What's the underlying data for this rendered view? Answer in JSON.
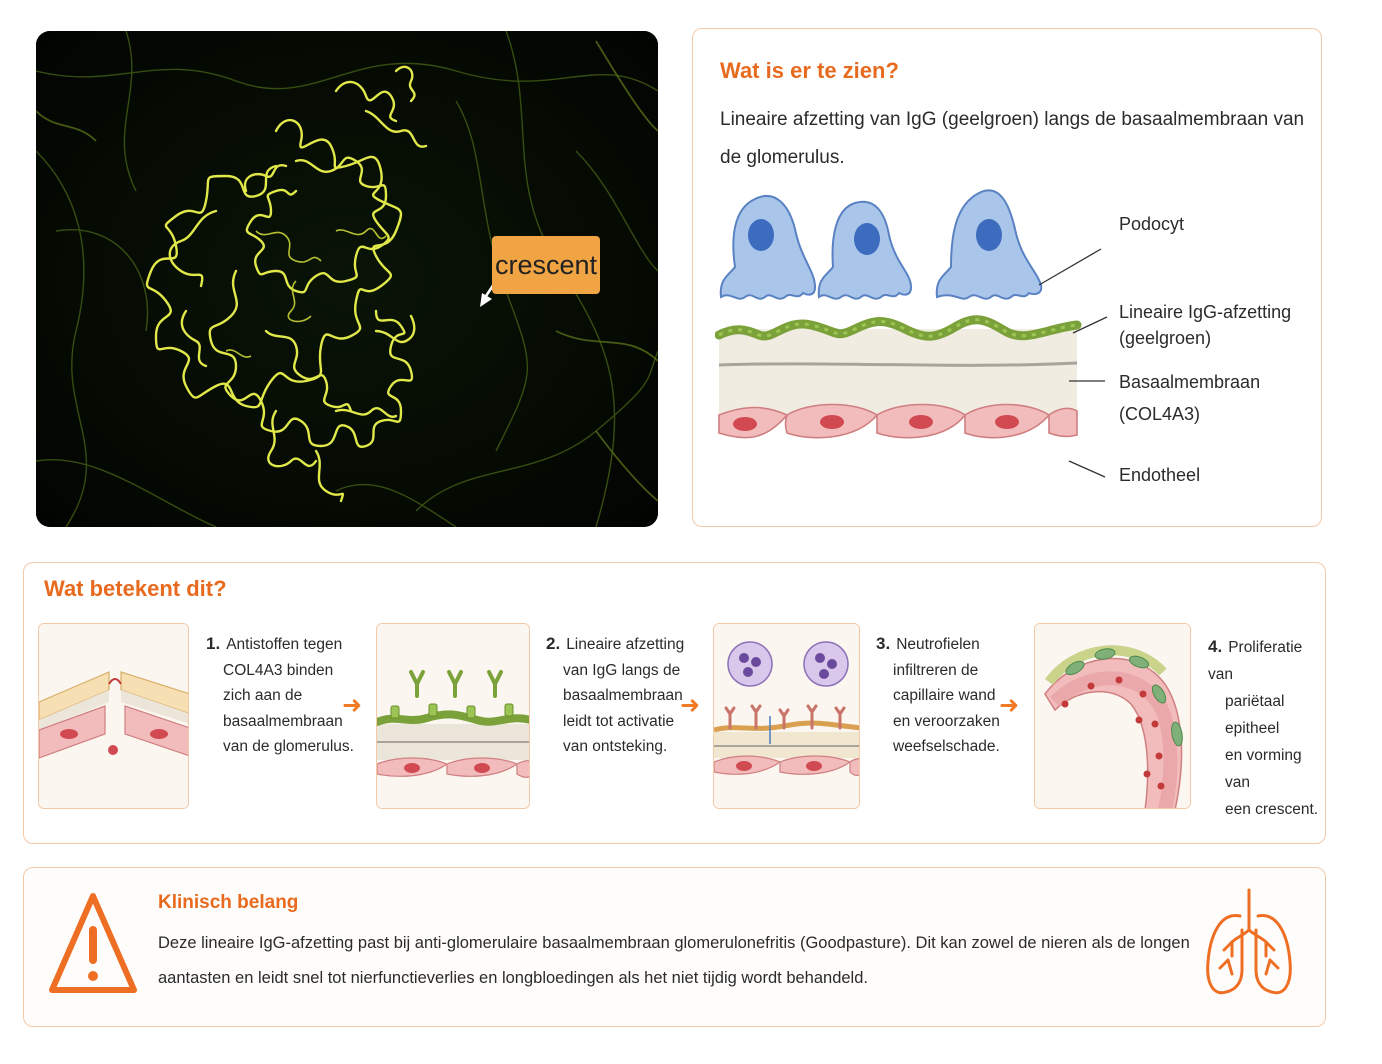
{
  "micrograph": {
    "label": "crescent"
  },
  "top_panel": {
    "title": "Wat is er te zien?",
    "desc_line1": "Lineaire afzetting van IgG (geelgroen) langs de basaalmembraan van",
    "desc_line2": "de glomerulus.",
    "labels": {
      "podocyte": "Podocyt",
      "igg_line1": "Lineaire IgG-afzetting",
      "igg_line2": "(geelgroen)",
      "bm_line1": "Basaalmembraan",
      "bm_line2": "(COL4A3)",
      "endothelium": "Endotheel"
    }
  },
  "middle_panel": {
    "title": "Wat betekent dit?",
    "steps": [
      {
        "num": "1.",
        "lines": [
          "Antistoffen tegen",
          "COL4A3 binden",
          "zich aan de",
          "basaalmembraan",
          "van de glomerulus."
        ]
      },
      {
        "num": "2.",
        "lines": [
          "Lineaire afzetting",
          "van IgG langs de",
          "basaalmembraan",
          "leidt tot activatie",
          "van ontsteking."
        ]
      },
      {
        "num": "3.",
        "lines": [
          "Neutrofielen",
          "infiltreren de",
          "capillaire wand",
          "en veroorzaken",
          "weefselschade."
        ]
      },
      {
        "num": "4.",
        "lines": [
          "Proliferatie van",
          "pariëtaal epitheel",
          "en vorming van",
          "een crescent."
        ]
      }
    ],
    "arrow_glyph": "➜"
  },
  "bottom_panel": {
    "title": "Klinisch belang",
    "line1": "Deze lineaire IgG-afzetting past bij anti-glomerulaire basaalmembraan glomerulonefritis (Goodpasture). Dit kan zowel de nieren als de longen",
    "line2": "aantasten en leidt snel tot nierfunctieverlies en longbloedingen als het niet tijdig wordt behandeld."
  },
  "colors": {
    "accent": "#e86a1e",
    "border": "#f4c9a8",
    "igg": "#7ba23a",
    "podocyte": "#a9c6ea",
    "endothelium": "#f2b8b6"
  },
  "icons": [
    "warning-icon",
    "lungs-icon"
  ]
}
